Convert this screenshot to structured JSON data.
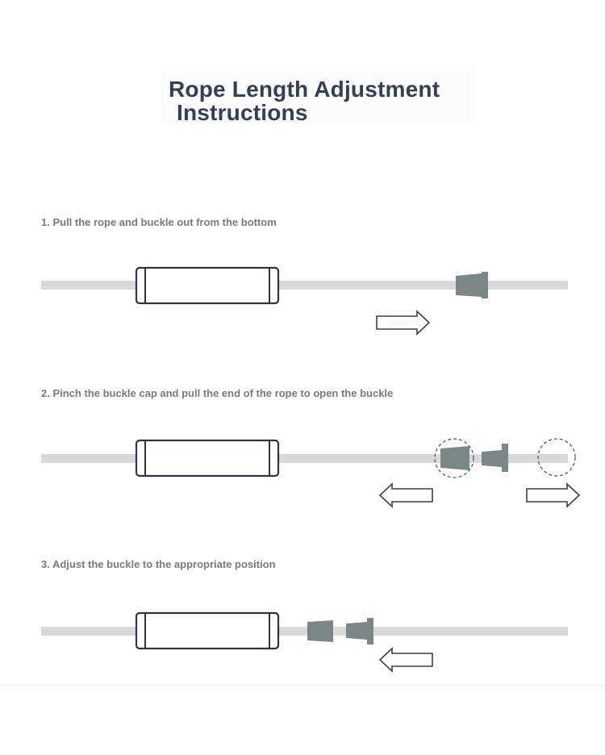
{
  "title": {
    "line1": "Rope Length Adjustment",
    "line2": "Instructions"
  },
  "steps": [
    {
      "label": "1. Pull the rope and buckle out from the bottom"
    },
    {
      "label": "2. Pinch the buckle cap and pull the end of the rope to open the buckle"
    },
    {
      "label": "3. Adjust the buckle to the appropriate position"
    }
  ],
  "colors": {
    "title": "#343f55",
    "label": "#7a7a7a",
    "rope": "#d9d9d9",
    "handle_stroke": "#2f3440",
    "buckle": "#7b8787"
  }
}
